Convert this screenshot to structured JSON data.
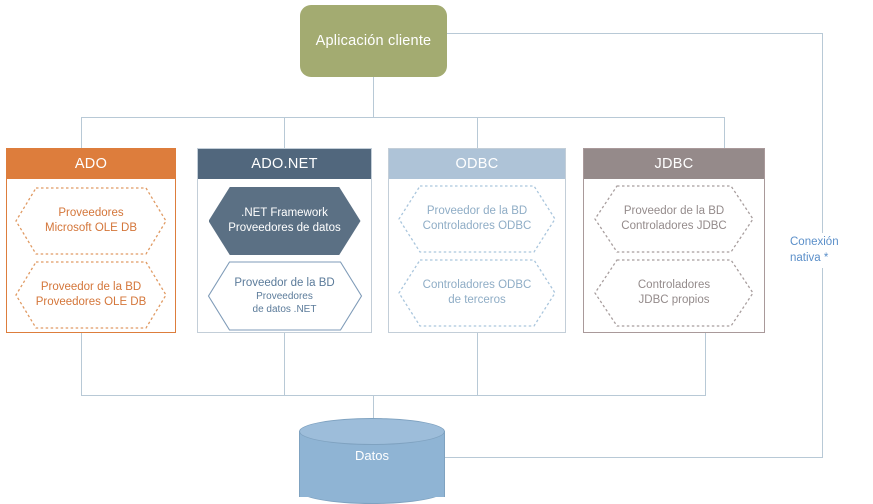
{
  "diagram": {
    "title_box": {
      "label": "Aplicación cliente"
    },
    "database": {
      "label": "Datos"
    },
    "native_connection": {
      "line1": "Conexión",
      "line2": "nativa *"
    },
    "colors": {
      "client_box": "#a3ab71",
      "ado": "#dd7d3c",
      "adonet": "#51677d",
      "odbc": "#aec3d7",
      "jdbc": "#958a8a",
      "database": "#8fb4d4",
      "connector": "#b8c9d6",
      "native_text": "#5b8fc9"
    },
    "columns": [
      {
        "id": "ado",
        "header": "ADO",
        "nodes": [
          {
            "lines": [
              "Proveedores",
              "Microsoft OLE DB"
            ],
            "style": "outline-dotted"
          },
          {
            "lines": [
              "Proveedor de la BD",
              "Proveedores OLE DB"
            ],
            "style": "outline-dotted"
          }
        ]
      },
      {
        "id": "adonet",
        "header": "ADO.NET",
        "nodes": [
          {
            "lines": [
              ".NET Framework",
              "Proveedores de datos"
            ],
            "style": "filled"
          },
          {
            "lines": [
              "Proveedor de la BD",
              "Proveedores",
              "de datos .NET"
            ],
            "style": "outline-solid"
          }
        ]
      },
      {
        "id": "odbc",
        "header": "ODBC",
        "nodes": [
          {
            "lines": [
              "Proveedor de la BD",
              "Controladores ODBC"
            ],
            "style": "outline-dotted"
          },
          {
            "lines": [
              "Controladores ODBC",
              "de terceros"
            ],
            "style": "outline-dotted"
          }
        ]
      },
      {
        "id": "jdbc",
        "header": "JDBC",
        "nodes": [
          {
            "lines": [
              "Proveedor de la BD",
              "Controladores JDBC"
            ],
            "style": "outline-dotted"
          },
          {
            "lines": [
              "Controladores",
              "JDBC propios"
            ],
            "style": "outline-dotted"
          }
        ]
      }
    ]
  }
}
